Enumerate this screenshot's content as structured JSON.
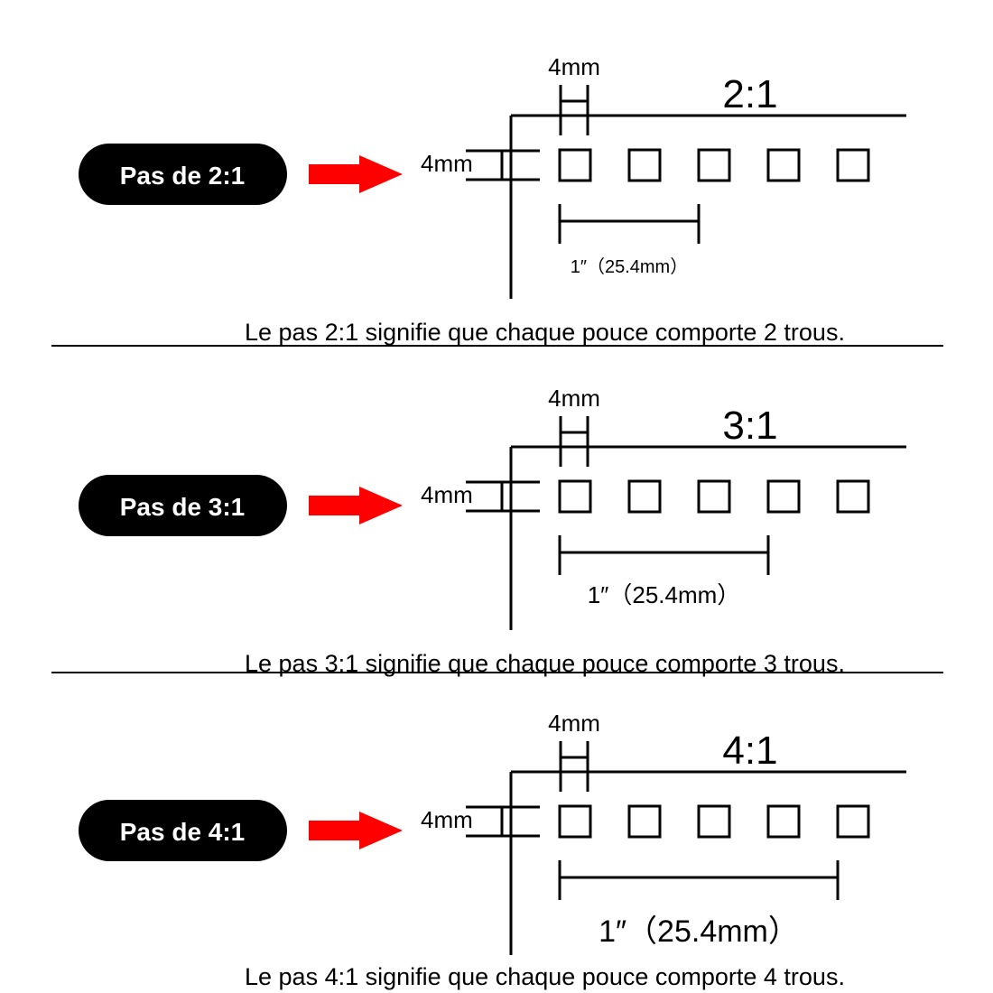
{
  "colors": {
    "ink": "#000000",
    "background": "#ffffff",
    "pill_text": "#ffffff",
    "arrow": "#ff0000"
  },
  "icons": {
    "arrow": "arrow-right-icon",
    "hole": "square-hole-icon"
  },
  "sections": [
    {
      "pill_label": "Pas de 2:1",
      "ratio_label": "2:1",
      "hole_dim_label": "4mm",
      "side_dim_label": "4mm",
      "inch_label": "1″（25.4mm）",
      "caption": "Le pas 2:1 signifie que chaque pouce comporte 2 trous.",
      "holes_per_inch": 2,
      "hole_count": 5
    },
    {
      "pill_label": "Pas de 3:1",
      "ratio_label": "3:1",
      "hole_dim_label": "4mm",
      "side_dim_label": "4mm",
      "inch_label": "1″（25.4mm）",
      "caption": "Le pas 3:1 signifie que chaque pouce comporte 3 trous.",
      "holes_per_inch": 3,
      "hole_count": 5
    },
    {
      "pill_label": "Pas de 4:1",
      "ratio_label": "4:1",
      "hole_dim_label": "4mm",
      "side_dim_label": "4mm",
      "inch_label": "1″（25.4mm）",
      "caption": "Le pas 4:1 signifie que chaque pouce comporte 4 trous.",
      "holes_per_inch": 4,
      "hole_count": 5
    }
  ]
}
